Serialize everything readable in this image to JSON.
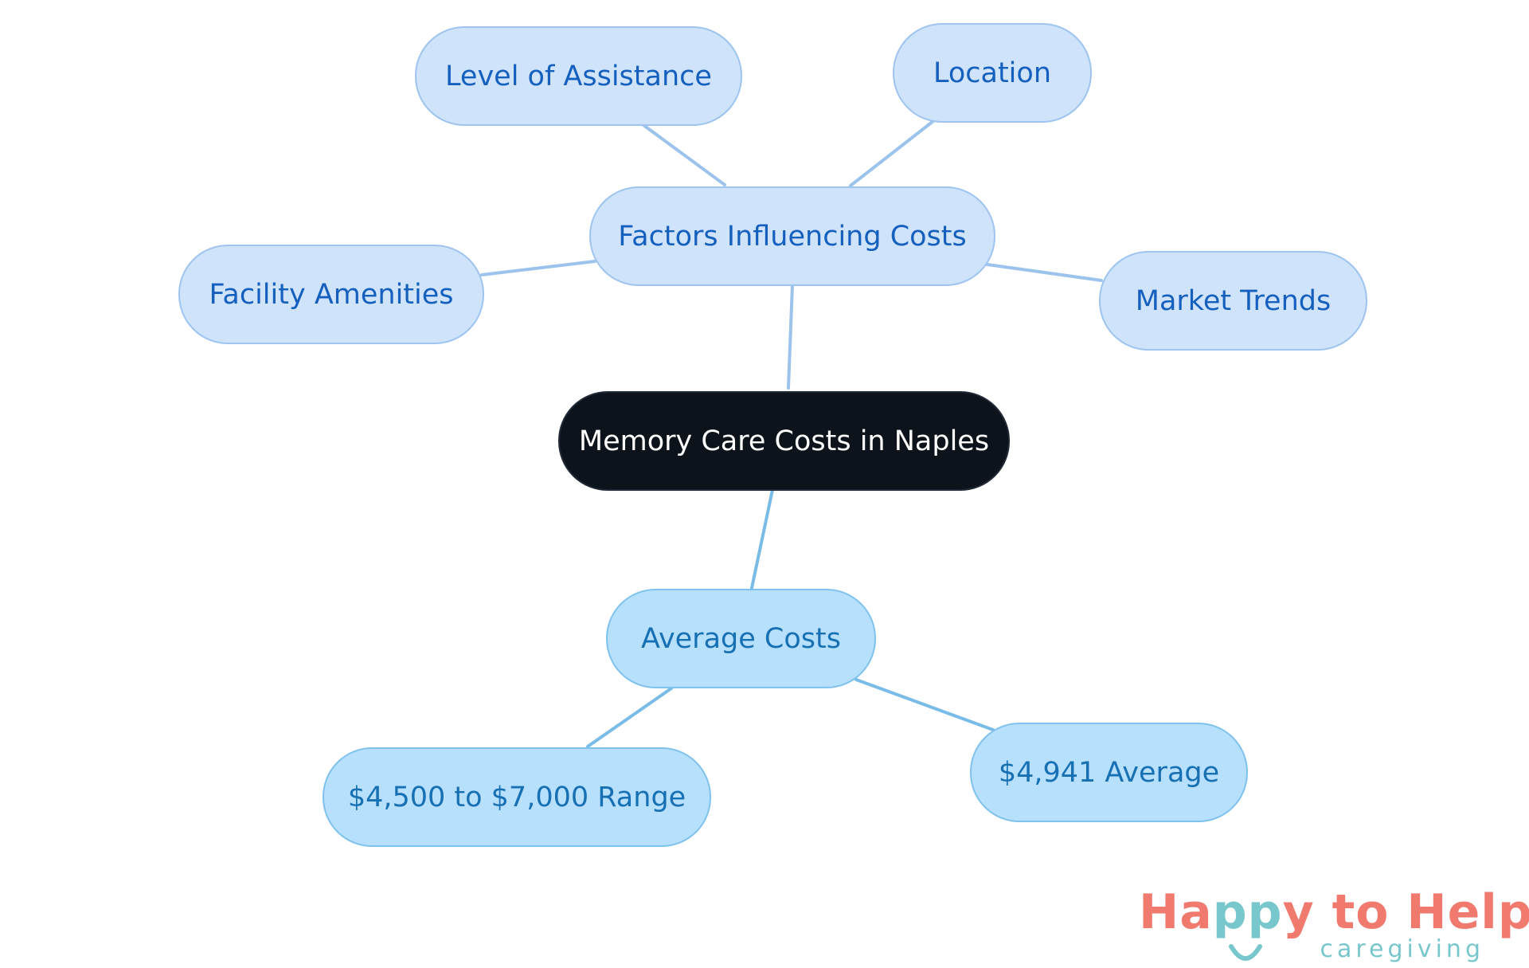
{
  "diagram": {
    "center": {
      "label": "Memory Care Costs in Naples"
    },
    "factors": {
      "label": "Factors Influencing Costs",
      "children": [
        "Level of Assistance",
        "Location",
        "Facility Amenities",
        "Market Trends"
      ]
    },
    "averages": {
      "label": "Average Costs",
      "children": [
        "$4,500 to $7,000 Range",
        "$4,941 Average"
      ]
    }
  },
  "logo": {
    "main_part1": "Ha",
    "main_part2": "pp",
    "main_part3": "y to Help",
    "sub": "caregiving",
    "colors": {
      "coral": "#f07a6e",
      "teal": "#78c7cc"
    }
  },
  "colors": {
    "center_bg": "#0d131b",
    "factor_bg": "#cfe3fb",
    "factor_text": "#1560be",
    "avg_bg": "#b7e0fd",
    "avg_text": "#1870b4"
  }
}
